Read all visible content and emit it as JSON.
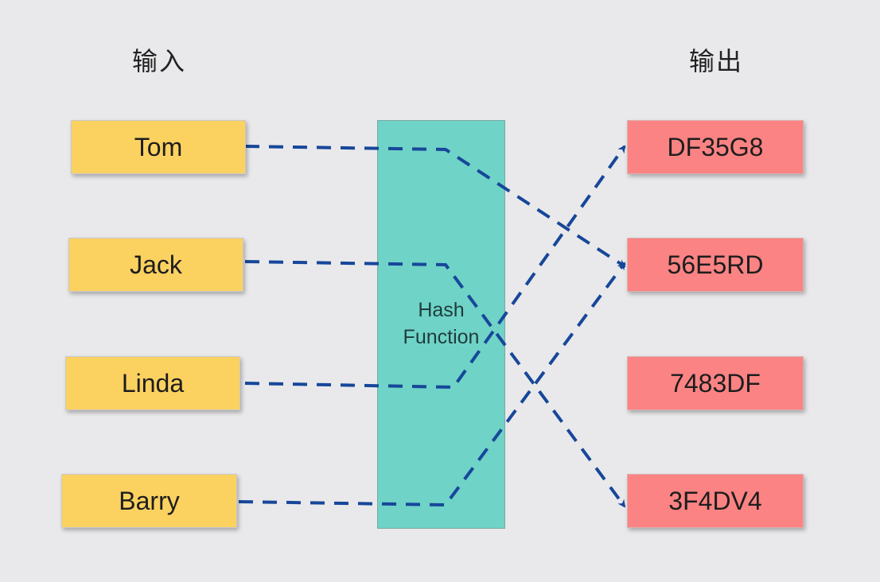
{
  "headings": {
    "input": "输入",
    "output": "输出"
  },
  "hash_function": {
    "line1": "Hash",
    "line2": "Function"
  },
  "inputs": [
    "Tom",
    "Jack",
    "Linda",
    "Barry"
  ],
  "outputs": [
    "DF35G8",
    "56E5RD",
    "7483DF",
    "3F4DV4"
  ],
  "mappings": [
    {
      "from": "Tom",
      "to": "56E5RD"
    },
    {
      "from": "Jack",
      "to": "3F4DV4"
    },
    {
      "from": "Linda",
      "to": "DF35G8"
    },
    {
      "from": "Barry",
      "to": "56E5RD"
    }
  ],
  "colors": {
    "input_box": "#fbd160",
    "output_box": "#fb8383",
    "hash_box": "#6fd3c7",
    "arrow": "#17479a",
    "background": "#e9e9eb"
  }
}
